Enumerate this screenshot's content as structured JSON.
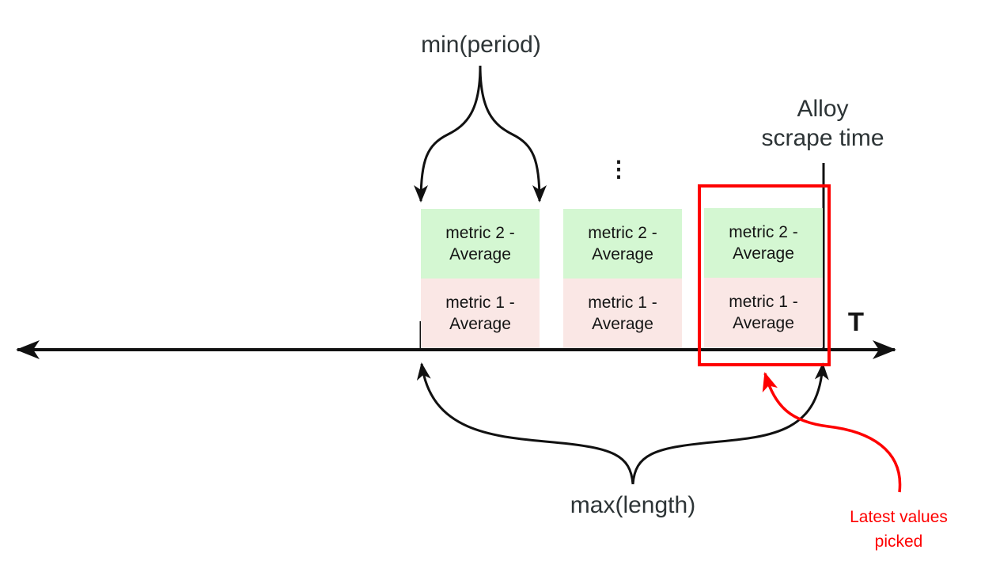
{
  "colors": {
    "ink": "#111111",
    "label_text": "#2d3436",
    "block_text": "#141414",
    "metric2_fill": "#d4f7d2",
    "metric1_fill": "#fae7e5",
    "highlight_red": "#fe0000",
    "background": "#ffffff"
  },
  "labels": {
    "min_period": "min(period)",
    "alloy_scrape_time_line1": "Alloy",
    "alloy_scrape_time_line2": "scrape time",
    "ellipsis": "⋮",
    "axis_t": "T",
    "max_length": "max(length)",
    "latest_values_line1": "Latest values",
    "latest_values_line2": "picked"
  },
  "blocks": [
    {
      "top": {
        "line1": "metric 2 -",
        "line2": "Average"
      },
      "bottom": {
        "line1": "metric 1 -",
        "line2": "Average"
      }
    },
    {
      "top": {
        "line1": "metric 2 -",
        "line2": "Average"
      },
      "bottom": {
        "line1": "metric 1 -",
        "line2": "Average"
      }
    },
    {
      "top": {
        "line1": "metric 2 -",
        "line2": "Average"
      },
      "bottom": {
        "line1": "metric 1 -",
        "line2": "Average"
      }
    }
  ]
}
